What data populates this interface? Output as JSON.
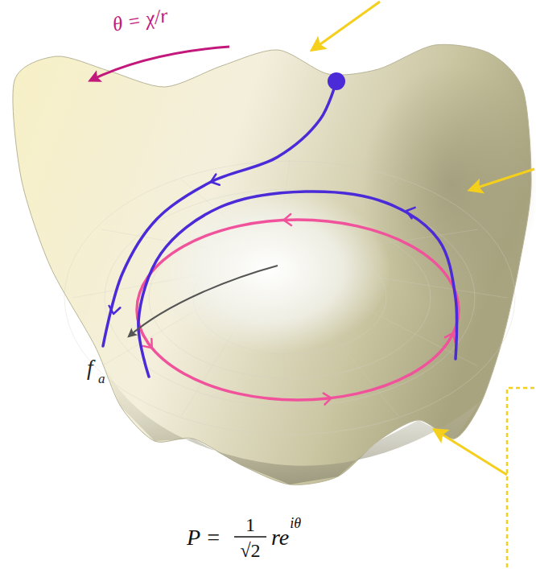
{
  "diagram": {
    "labels": [
      "θ = χ/r",
      "f",
      "a",
      "P =",
      "1",
      "√2",
      "re",
      "iθ"
    ]
  }
}
